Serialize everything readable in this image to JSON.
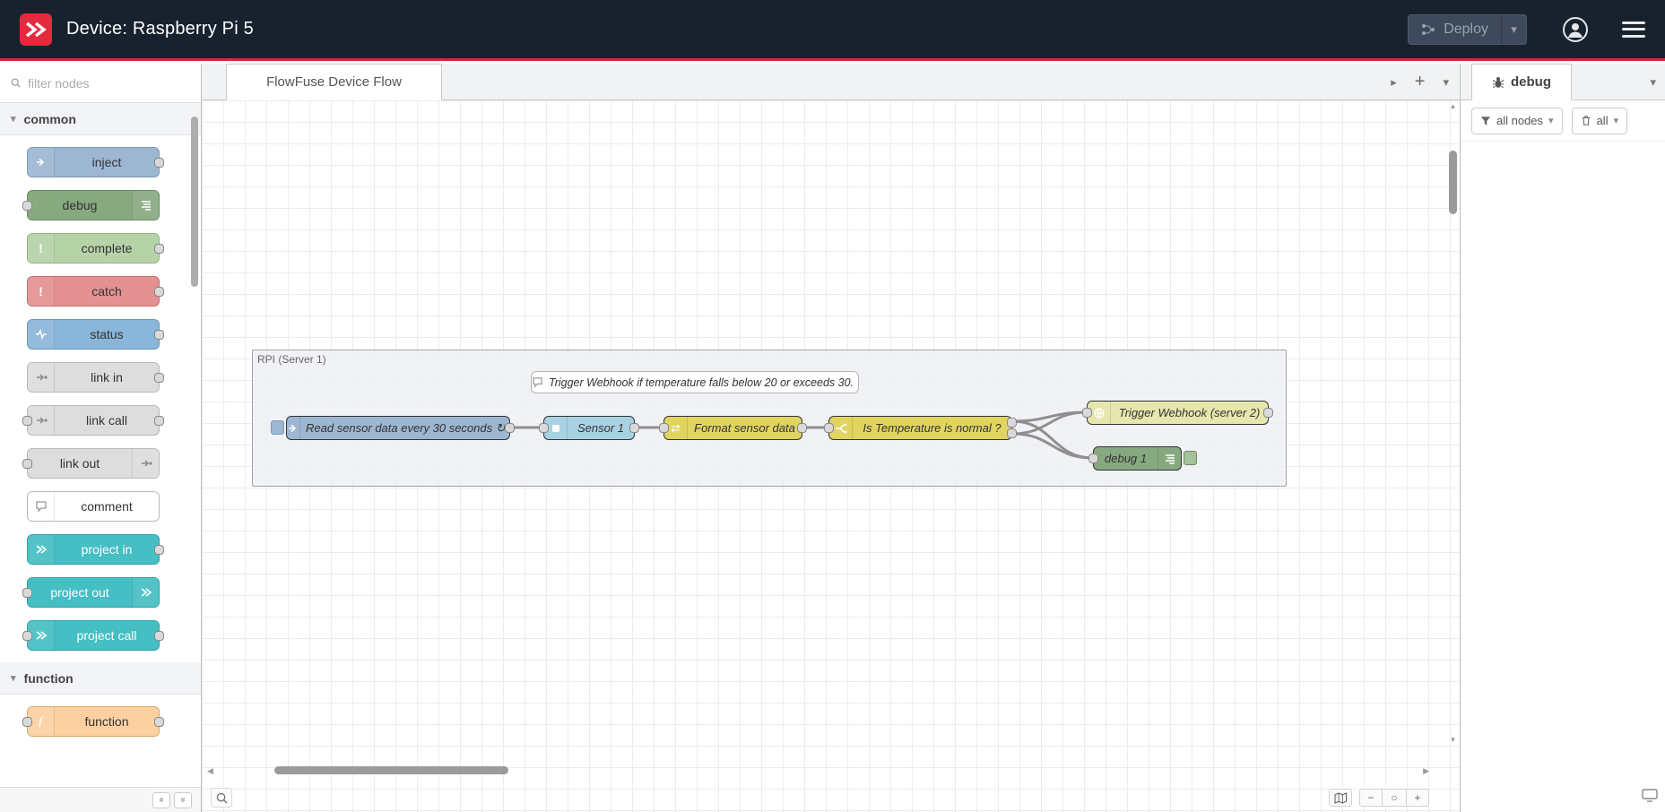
{
  "header": {
    "title": "Device: Raspberry Pi 5",
    "deploy_label": "Deploy"
  },
  "palette": {
    "filter_placeholder": "filter nodes",
    "categories": [
      {
        "label": "common"
      },
      {
        "label": "function"
      }
    ],
    "common_items": [
      {
        "label": "inject"
      },
      {
        "label": "debug"
      },
      {
        "label": "complete"
      },
      {
        "label": "catch"
      },
      {
        "label": "status"
      },
      {
        "label": "link in"
      },
      {
        "label": "link call"
      },
      {
        "label": "link out"
      },
      {
        "label": "comment"
      },
      {
        "label": "project in"
      },
      {
        "label": "project out"
      },
      {
        "label": "project call"
      }
    ],
    "function_items": [
      {
        "label": "function"
      }
    ]
  },
  "workspace": {
    "tabs": [
      {
        "label": "FlowFuse Device Flow"
      }
    ],
    "group_label": "RPI (Server 1)",
    "comment_text": "Trigger Webhook if temperature falls below 20 or exceeds 30.",
    "nodes": {
      "inject_label": "Read sensor data every 30 seconds ↻",
      "sensor_label": "Sensor 1",
      "format_label": "Format sensor data",
      "switch_label": "Is Temperature is normal ?",
      "webhook_label": "Trigger Webhook (server 2)",
      "debug_label": "debug 1"
    }
  },
  "debug_sidebar": {
    "tab_label": "debug",
    "filter_label": "all nodes",
    "clear_label": "all"
  },
  "icons": {
    "caret_down": "▾",
    "chevron_right": "▸",
    "plus": "+",
    "minus": "−",
    "zoom_reset": "○",
    "scroll_up": "▲",
    "scroll_down": "▼",
    "scroll_left": "◀",
    "scroll_right": "▶",
    "double_chevron": "«",
    "function_glyph": "ƒ",
    "exclamation": "!",
    "swap": "⇄"
  },
  "colors": {
    "header_bg": "#18222f",
    "accent_red": "#d62738",
    "inject_node": "#9db7d2",
    "debug_node": "#87a980",
    "catch_node": "#e49191",
    "project_node": "#45bec4",
    "function_node": "#fdd0a2",
    "switch_node": "#e1d461",
    "http_node": "#e6e7ad",
    "sensor_node": "#a8d2e4",
    "canvas_grid": "#ececec"
  }
}
